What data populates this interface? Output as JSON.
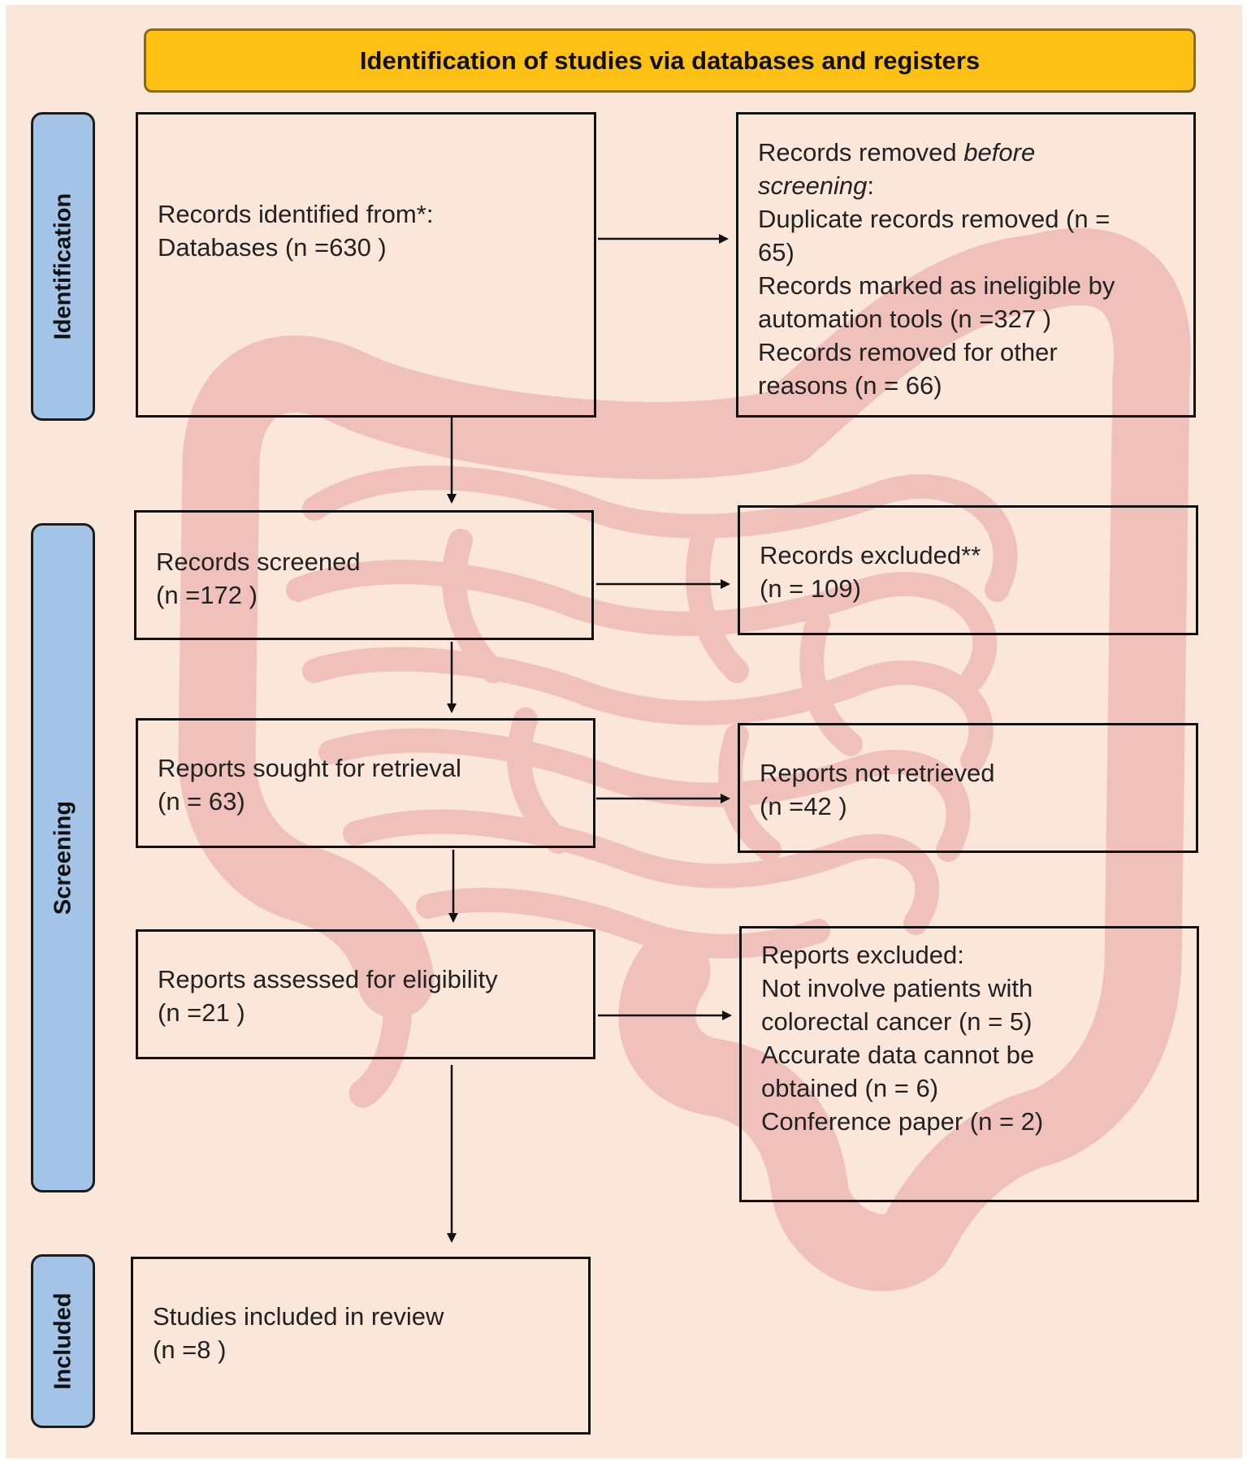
{
  "header": {
    "title": "Identification of studies via databases and registers"
  },
  "stages": {
    "identification": "Identification",
    "screening": "Screening",
    "included": "Included"
  },
  "boxes": {
    "identified": {
      "line1": "Records identified from*:",
      "line2": "Databases (n =630 )"
    },
    "removed": {
      "line1_prefix": "Records removed ",
      "line1_italic": "before",
      "line2_italic": "screening",
      "line2_suffix": ":",
      "line3": "Duplicate records removed  (n =",
      "line4": "65)",
      "line5": "Records marked as ineligible by",
      "line6": "automation tools (n =327 )",
      "line7": "Records removed for other",
      "line8": "reasons (n = 66)"
    },
    "screened": {
      "line1": "Records screened",
      "line2": "(n =172 )"
    },
    "excluded": {
      "line1": "Records excluded**",
      "line2": "(n = 109)"
    },
    "sought": {
      "line1": "Reports sought for retrieval",
      "line2": "(n = 63)"
    },
    "not_retrieved": {
      "line1": "Reports not retrieved",
      "line2": "(n =42 )"
    },
    "assessed": {
      "line1": "Reports assessed for eligibility",
      "line2": "(n =21 )"
    },
    "reports_excluded": {
      "line1": "Reports excluded:",
      "line2": "Not involve patients with",
      "line3": "colorectal cancer (n = 5)",
      "line4": "Accurate data cannot be",
      "line5": "obtained (n = 6)",
      "line6": "Conference paper (n = 2)"
    },
    "included": {
      "line1": "Studies included in review",
      "line2": "(n =8 )"
    }
  },
  "colors": {
    "background": "#fbe6da",
    "banner": "#fdc115",
    "stage_label": "#a3c4e7",
    "illustration": "#e9a8a5"
  },
  "illustration": "large-intestine-watermark"
}
